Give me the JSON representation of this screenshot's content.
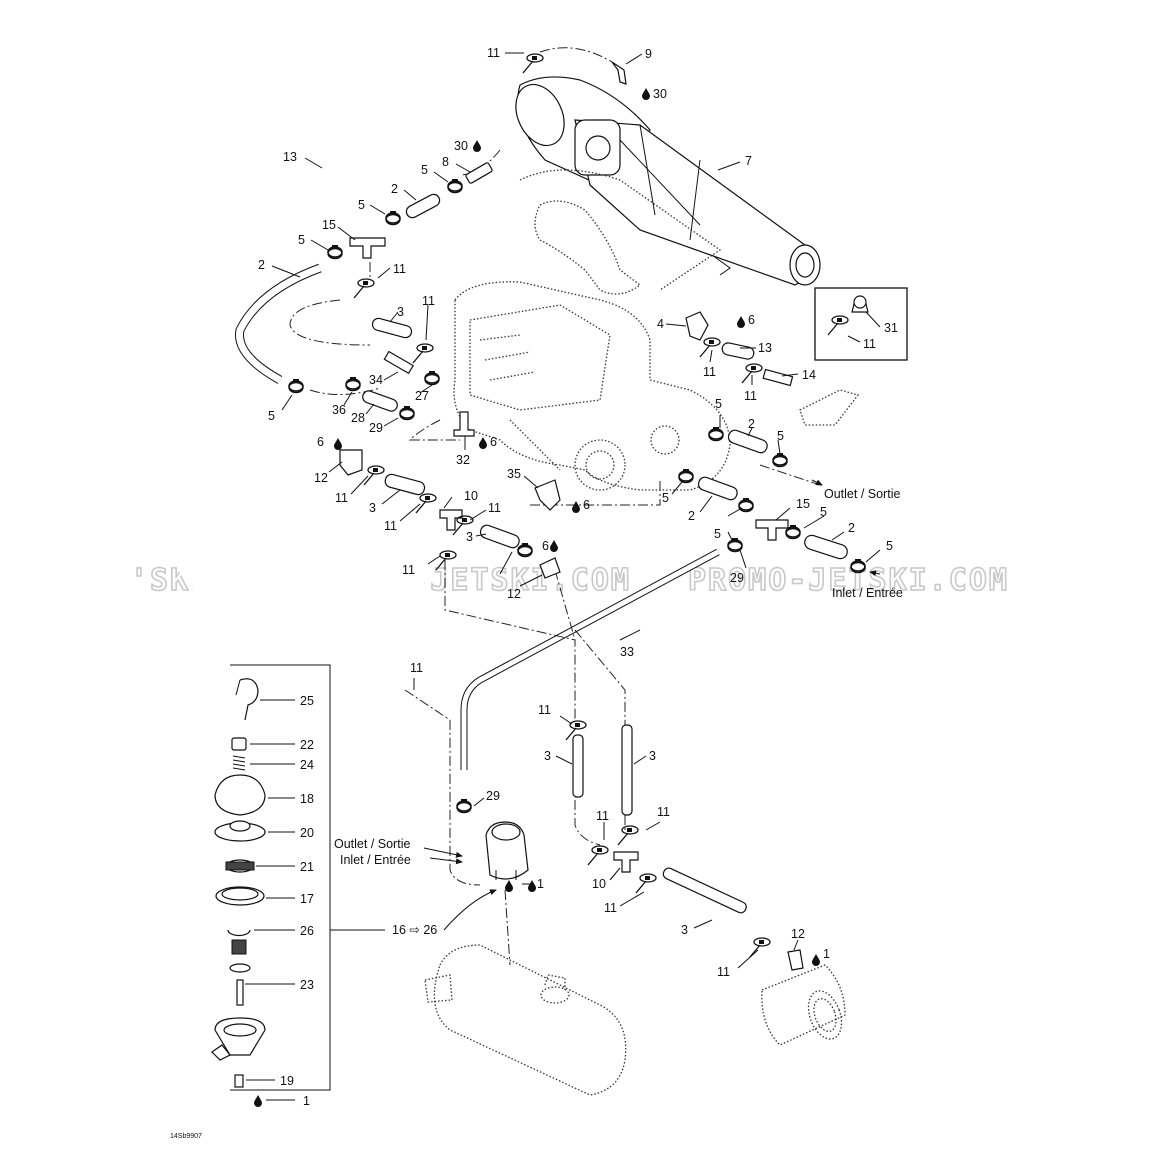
{
  "watermark": {
    "left": "'SKI.COM",
    "middle": "PROMO-JETSKI.COM",
    "right": "PROMO-JETSKI.COM"
  },
  "drawing_code": "14Sb9907",
  "flow_labels": {
    "outlet_right": "Outlet / Sortie",
    "inlet_right": "Inlet / Entrée",
    "outlet_left": "Outlet / Sortie",
    "inlet_left": "Inlet / Entrée",
    "range": "16 ⇨ 26"
  },
  "callouts": {
    "c11_top": "11",
    "c9": "9",
    "c30_top": "30",
    "c7": "7",
    "c13_left": "13",
    "c30_mid": "30",
    "c8": "8",
    "c5_a": "5",
    "c2_a": "2",
    "c5_b": "5",
    "c15_a": "15",
    "c5_c": "5",
    "c2_b": "2",
    "c11_a": "11",
    "c3_a": "3",
    "c11_b": "11",
    "c34": "34",
    "c27": "27",
    "c36": "36",
    "c28": "28",
    "c29_a": "29",
    "c5_d": "5",
    "c4": "4",
    "c6_a": "6",
    "c13_b": "13",
    "c11_c": "11",
    "c11_d": "11",
    "c14": "14",
    "c31": "31",
    "c11_e": "11",
    "c6_b": "6",
    "c32": "32",
    "c6_c": "6",
    "c12_a": "12",
    "c11_f": "11",
    "c3_b": "3",
    "c10_a": "10",
    "c11_g": "11",
    "c11_h": "11",
    "c3_c": "3",
    "c11_i": "11",
    "c12_b": "12",
    "c6_d": "6",
    "c35": "35",
    "c6_e": "6",
    "c5_e": "5",
    "c2_c": "2",
    "c5_f": "5",
    "c5_g": "5",
    "c2_d": "2",
    "c15_b": "15",
    "c5_h": "5",
    "c5_i": "5",
    "c2_e": "2",
    "c5_j": "5",
    "c29_b": "29",
    "c33": "33",
    "c11_j": "11",
    "c25": "25",
    "c22": "22",
    "c24": "24",
    "c18": "18",
    "c20": "20",
    "c21": "21",
    "c17": "17",
    "c26": "26",
    "c23": "23",
    "c19": "19",
    "c1_a": "1",
    "c11_k": "11",
    "c3_d": "3",
    "c3_e": "3",
    "c29_c": "29",
    "c11_l": "11",
    "c11_m": "11",
    "c10_b": "10",
    "c1_b": "1",
    "c11_n": "11",
    "c3_f": "3",
    "c12_c": "12",
    "c1_c": "1",
    "c11_o": "11"
  },
  "icons": [
    "sealant-drop-icon"
  ]
}
